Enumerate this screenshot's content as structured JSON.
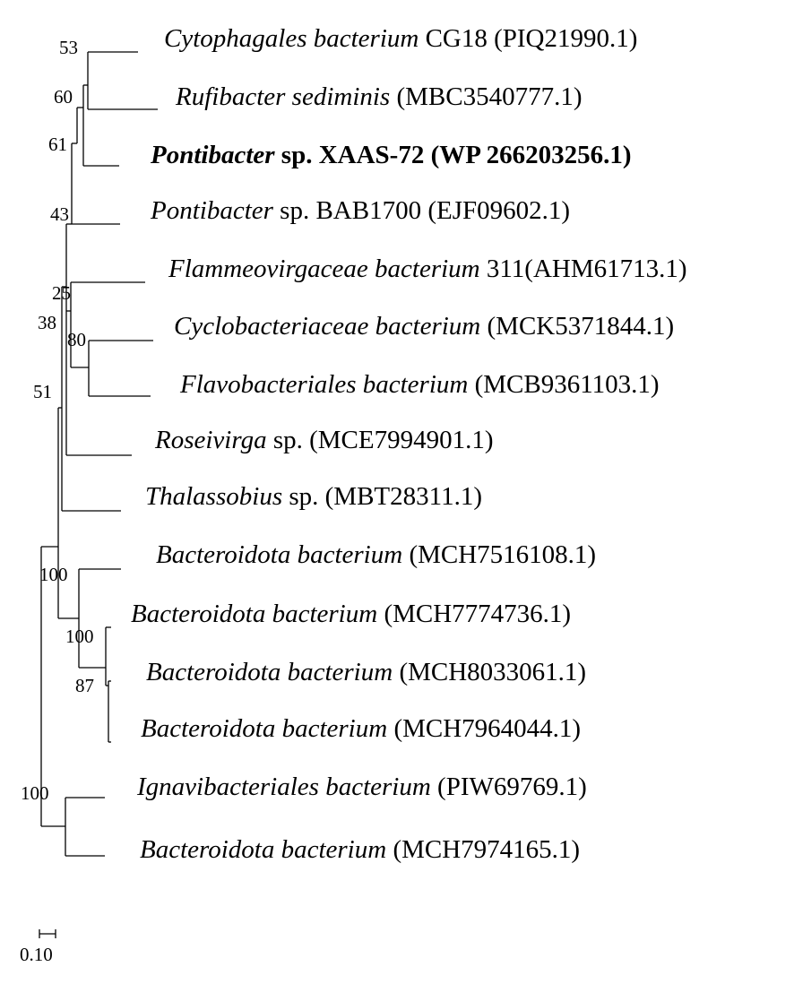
{
  "tree": {
    "taxa": [
      {
        "id": "t1",
        "italic": "Cytophagales bacterium",
        "plain": " CG18 (PIQ21990.1)",
        "bold": false
      },
      {
        "id": "t2",
        "italic": "Rufibacter sediminis",
        "plain": " (MBC3540777.1)",
        "bold": false
      },
      {
        "id": "t3",
        "italic": "Pontibacter",
        "plain": " sp. XAAS-72 (WP 266203256.1)",
        "bold": true
      },
      {
        "id": "t4",
        "italic": "Pontibacter",
        "plain": " sp. BAB1700 (EJF09602.1)",
        "bold": false
      },
      {
        "id": "t5",
        "italic": "Flammeovirgaceae bacterium",
        "plain": " 311(AHM61713.1)",
        "bold": false
      },
      {
        "id": "t6",
        "italic": "Cyclobacteriaceae bacterium",
        "plain": " (MCK5371844.1)",
        "bold": false
      },
      {
        "id": "t7",
        "italic": "Flavobacteriales bacterium",
        "plain": " (MCB9361103.1)",
        "bold": false
      },
      {
        "id": "t8",
        "italic": "Roseivirga",
        "plain": " sp. (MCE7994901.1)",
        "bold": false
      },
      {
        "id": "t9",
        "italic": "Thalassobius",
        "plain": " sp. (MBT28311.1)",
        "bold": false
      },
      {
        "id": "t10",
        "italic": "Bacteroidota bacterium",
        "plain": " (MCH7516108.1)",
        "bold": false
      },
      {
        "id": "t11",
        "italic": "Bacteroidota bacterium",
        "plain": " (MCH7774736.1)",
        "bold": false
      },
      {
        "id": "t12",
        "italic": "Bacteroidota bacterium",
        "plain": " (MCH8033061.1)",
        "bold": false
      },
      {
        "id": "t13",
        "italic": "Bacteroidota bacterium",
        "plain": " (MCH7964044.1)",
        "bold": false
      },
      {
        "id": "t14",
        "italic": "Ignavibacteriales bacterium",
        "plain": " (PIW69769.1)",
        "bold": false
      },
      {
        "id": "t15",
        "italic": "Bacteroidota bacterium",
        "plain": " (MCH7974165.1)",
        "bold": false
      }
    ],
    "bootstrap": [
      "53",
      "60",
      "61",
      "43",
      "25",
      "38",
      "80",
      "51",
      "100",
      "100",
      "87",
      "100"
    ],
    "scale_bar": {
      "label": "0.10",
      "value": 0.1
    }
  }
}
